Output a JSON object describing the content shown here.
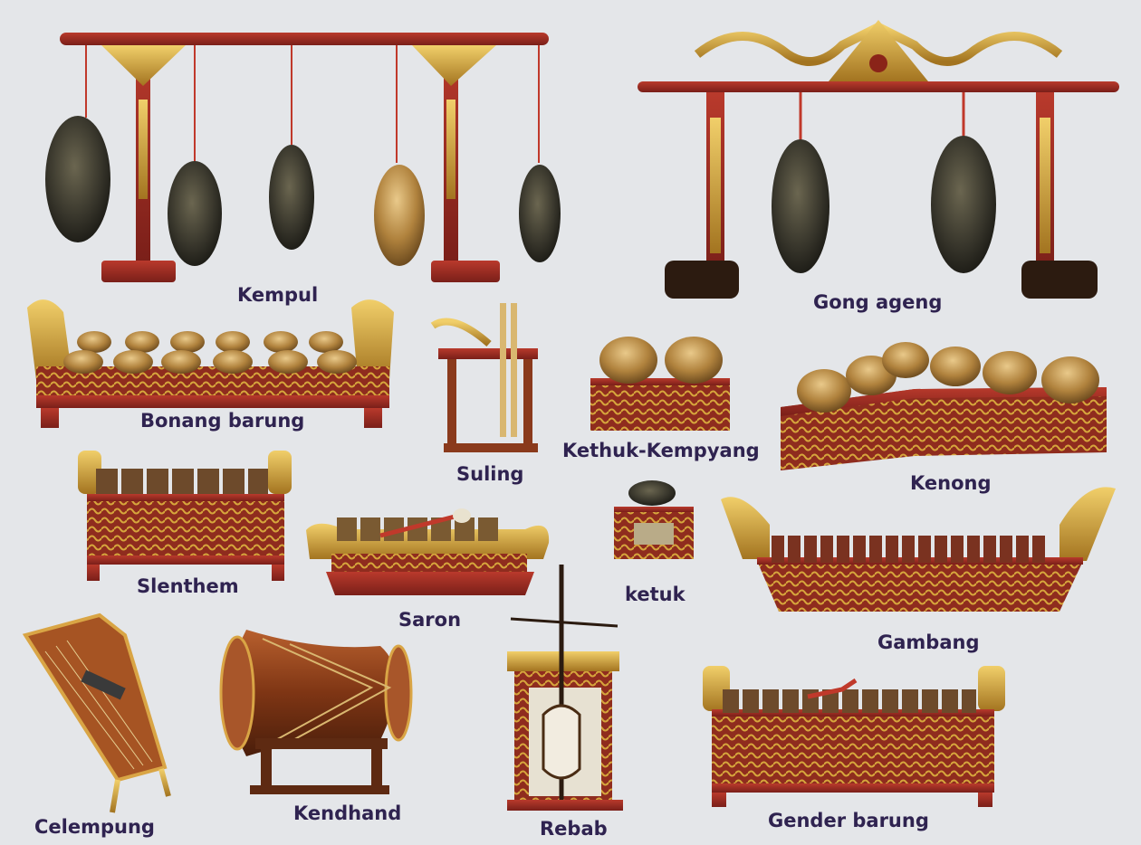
{
  "labels": {
    "kempul": "Kempul",
    "gong_ageng": "Gong ageng",
    "bonang_barung": "Bonang barung",
    "suling": "Suling",
    "kethuk_kempyang": "Kethuk-Kempyang",
    "kenong": "Kenong",
    "slenthem": "Slenthem",
    "saron": "Saron",
    "ketuk": "ketuk",
    "gambang": "Gambang",
    "celempung": "Celempung",
    "kendhand": "Kendhand",
    "rebab": "Rebab",
    "gender_barung": "Gender barung"
  },
  "colors": {
    "background": "#e4e6e9",
    "label_text": "#2f2350",
    "wood_red": "#a8322a",
    "gold": "#c9962c",
    "bronze": "#8a6a3a",
    "gong_dark": "#2e2c24"
  }
}
